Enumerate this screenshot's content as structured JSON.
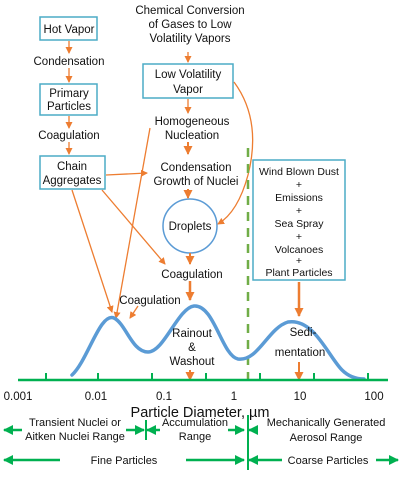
{
  "labels": {
    "hot_vapor": "Hot Vapor",
    "condensation": "Condensation",
    "primary_particles_1": "Primary",
    "primary_particles_2": "Particles",
    "coagulation_left": "Coagulation",
    "chain_aggregates_1": "Chain",
    "chain_aggregates_2": "Aggregates",
    "chem_conv_1": "Chemical Conversion",
    "chem_conv_2": "of Gases to Low",
    "chem_conv_3": "Volatility Vapors",
    "low_vol_1": "Low Volatility",
    "low_vol_2": "Vapor",
    "homog_1": "Homogeneous",
    "homog_2": "Nucleation",
    "cond_growth_1": "Condensation",
    "cond_growth_2": "Growth of Nuclei",
    "droplets": "Droplets",
    "coagulation_mid": "Coagulation",
    "coagulation_peak": "Coagulation",
    "rainout_1": "Rainout",
    "rainout_2": "&",
    "rainout_3": "Washout",
    "sources": [
      "Wind Blown Dust",
      "+",
      "Emissions",
      "+",
      "Sea Spray",
      "+",
      "Volcanoes",
      "+",
      "Plant Particles"
    ],
    "sedi_1": "Sedi-",
    "sedi_2": "mentation"
  },
  "axis": {
    "ticks": [
      "0.001",
      "0.01",
      "0.1",
      "1",
      "10",
      "100"
    ],
    "title": "Particle Diameter, µm"
  },
  "ranges": {
    "transient_1": "Transient Nuclei or",
    "transient_2": "Aitken Nuclei Range",
    "accum_1": "Accumulation",
    "accum_2": "Range",
    "mech_1": "Mechanically Generated",
    "mech_2": "Aerosol Range",
    "fine": "Fine Particles",
    "coarse": "Coarse Particles"
  },
  "colors": {
    "box_border": "#4bacc6",
    "arrow": "#ed7d31",
    "curve": "#5b9bd5",
    "axis": "#00b050",
    "dashed": "#70ad47"
  }
}
